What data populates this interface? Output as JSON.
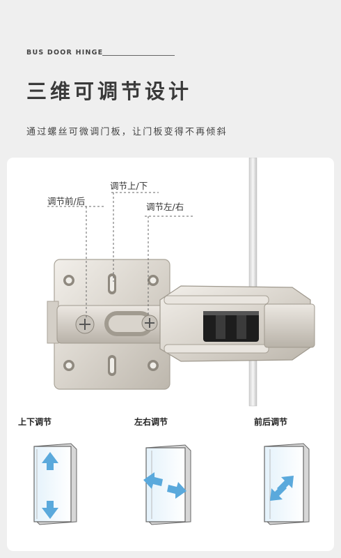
{
  "header": {
    "brand": "BUS DOOR HINGE",
    "headline": "三维可调节设计",
    "subline": "通过螺丝可微调门板，让门板变得不再倾斜"
  },
  "callouts": {
    "front_back": "调节前/后",
    "up_down": "调节上/下",
    "left_right": "调节左/右"
  },
  "adjustments": [
    {
      "label": "上下调节",
      "arrow_icon": "up-down-arrow-icon"
    },
    {
      "label": "左右调节",
      "arrow_icon": "left-right-arrow-icon"
    },
    {
      "label": "前后调节",
      "arrow_icon": "diagonal-arrow-icon"
    }
  ],
  "colors": {
    "background": "#efefef",
    "card": "#ffffff",
    "arrow": "#5aa9dc"
  }
}
